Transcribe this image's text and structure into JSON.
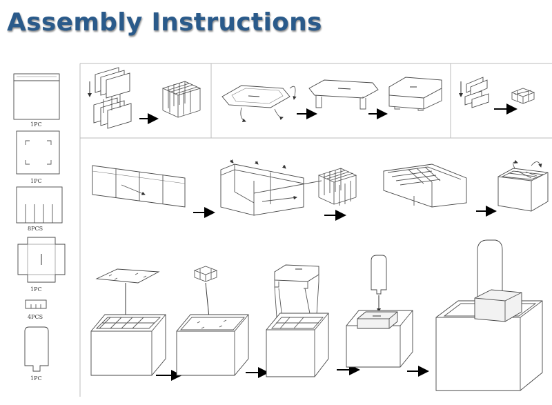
{
  "title": "Assembly Instructions",
  "parts": [
    {
      "id": "box",
      "label": "1PC"
    },
    {
      "id": "pad",
      "label": "1PC"
    },
    {
      "id": "dividers",
      "label": "8PCS"
    },
    {
      "id": "platform",
      "label": "1PC"
    },
    {
      "id": "small-dividers",
      "label": "4PCS"
    },
    {
      "id": "header-card",
      "label": "1PC"
    }
  ],
  "colors": {
    "title": "#2a5a8a",
    "line": "#444444"
  }
}
